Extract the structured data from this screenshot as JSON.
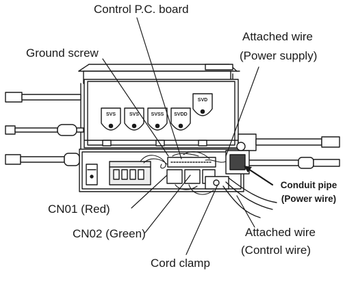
{
  "labels": {
    "control_pcb": "Control P.C. board",
    "ground_screw": "Ground screw",
    "attached_wire_power_l1": "Attached wire",
    "attached_wire_power_l2": "(Power supply)",
    "conduit_pipe_l1": "Conduit pipe",
    "conduit_pipe_l2": "(Power wire)",
    "cn01": "CN01 (Red)",
    "cn02": "CN02 (Green)",
    "attached_wire_control_l1": "Attached wire",
    "attached_wire_control_l2": "(Control wire)",
    "cord_clamp": "Cord clamp"
  },
  "valves": [
    "SVS",
    "SVS",
    "SVSS",
    "SVDD",
    "SVD"
  ],
  "colors": {
    "line": "#1a1a1a",
    "body": "#ffffff",
    "shade": "#d9d9d9",
    "dark": "#3a3a3a"
  }
}
